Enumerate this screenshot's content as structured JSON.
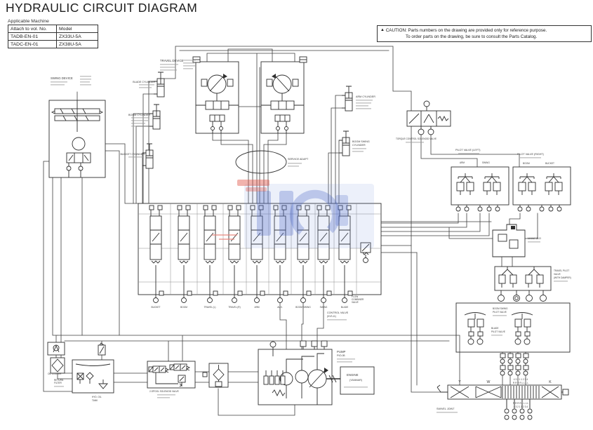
{
  "header": {
    "title": "HYDRAULIC CIRCUIT DIAGRAM",
    "applicable_machine_caption": "Applicable Machine",
    "table": {
      "col1": "Attach to vol. No.",
      "col2": "Model",
      "rows": [
        {
          "vol": "TADB-EN-01",
          "model": "ZX33U-5A"
        },
        {
          "vol": "TADC-EN-01",
          "model": "ZX38U-5A"
        }
      ]
    },
    "caution": {
      "label": "CAUTION:",
      "line1": "Parts numbers on the drawing are provided only for reference purpose.",
      "line2": "To order parts on the drawing, be sure to consult the Parts Catalog."
    }
  },
  "diagram": {
    "labels": {
      "travel_device": "TRAVEL DEVICE",
      "swing_device": "SWING DEVICE",
      "blade_cylinder": "BLADE CYLINDER",
      "boom_cylinder": "BOOM CYLINDER",
      "bucket_cylinder": "BUCKET CYLINDER",
      "arm_cylinder": "ARM CYLINDER",
      "boom_swing_cylinder_1": "BOOM SWING",
      "boom_swing_cylinder_2": "CYLINDER",
      "service_adapt": "SERVICE ADAPT",
      "torque_control_valve": "TORQUE CONTROL SOLENOID VALVE",
      "pilot_valve_left": "PILOT VALVE (LEFT)",
      "pilot_valve_left_fn1": "ARM",
      "pilot_valve_left_fn2": "SWING",
      "pilot_valve_right": "PILOT VALVE (RIGHT)",
      "pilot_valve_right_fn1": "BOOM",
      "pilot_valve_right_fn2": "BUCKET",
      "manifold": "MANIFOLD",
      "travel_pilot_1": "TRAVEL PILOT",
      "travel_pilot_2": "VALVE",
      "travel_pilot_3": "(WITH DAMPER)",
      "boom_swing_pilot_1": "BOOM SWING",
      "boom_swing_pilot_2": "PILOT VALVE",
      "blade_pilot_1": "BLADE",
      "blade_pilot_2": "PILOT VALVE",
      "swivel_joint": "SWIVEL JOINT",
      "control_valve": "CONTROL VALVE",
      "control_valve_model": "(KVS-11)",
      "flow_combiner_1": "FLOW",
      "flow_combiner_2": "COMBINER",
      "flow_combiner_3": "VALVE",
      "pump": "PUMP",
      "pump_model": "PVD-0B",
      "engine": "ENGINE",
      "engine_make": "(YANMAR)",
      "oil_cooler": "OIL COOLER",
      "return_filter_1": "RETURN",
      "return_filter_2": "FILTER",
      "tank_1": "HYD. OIL",
      "tank_2": "TANK",
      "solenoid_valve": "2-SPOOL SOLENOID VALVE"
    },
    "spools": [
      "BUCKET",
      "BOOM",
      "TRAVEL (L)",
      "TRAVEL (R)",
      "ARM",
      "AUX.",
      "BOOM SWING",
      "SWING",
      "BLADE"
    ],
    "swivel": {
      "sec_left": "Y",
      "sec_mid": "W",
      "sec_right": "K",
      "ports_numbers": "4 3 2 1 1 2 3 4",
      "ports_letters": "R R R R L L L L"
    },
    "colors": {
      "line": "#3f3f3f",
      "watermark_blue": "#4a66c8",
      "watermark_red": "#e0564a"
    }
  }
}
